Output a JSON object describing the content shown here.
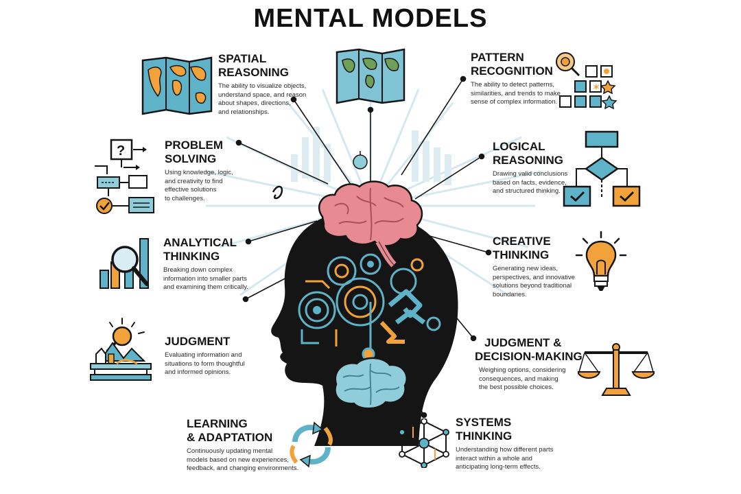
{
  "title": "MENTAL MODELS",
  "colors": {
    "ink": "#151515",
    "teal": "#5fb3c8",
    "orange": "#f2a23a",
    "pink": "#e88a92",
    "green": "#6fa05a"
  },
  "sections": {
    "spatial": {
      "heading": [
        "SPATIAL",
        "REASONING"
      ],
      "desc": [
        "The ability to visualize objects,",
        "understand space, and reason",
        "about shapes, directions,",
        "and relationships."
      ],
      "icon": "world-map-icon"
    },
    "pattern": {
      "heading": [
        "PATTERN",
        "RECOGNITION"
      ],
      "desc": [
        "The ability to detect patterns,",
        "similarities, and trends to make",
        "sense of complex information."
      ],
      "icon": "pattern-grid-icon"
    },
    "problem": {
      "heading": [
        "PROBLEM",
        "SOLVING"
      ],
      "desc": [
        "Using knowledge, logic,",
        "and creativity to find",
        "effective solutions",
        "to challenges."
      ],
      "icon": "flowchart-question-icon"
    },
    "logical": {
      "heading": [
        "LOGICAL",
        "REASONING"
      ],
      "desc": [
        "Drawing valid conclusions",
        "based on facts, evidence,",
        "and structured thinking."
      ],
      "icon": "decision-flowchart-icon"
    },
    "analytical": {
      "heading": [
        "ANALYTICAL",
        "THINKING"
      ],
      "desc": [
        "Breaking down complex",
        "information into smaller parts",
        "and examining them critically."
      ],
      "icon": "magnifier-chart-icon"
    },
    "creative": {
      "heading": [
        "CREATIVE",
        "THINKING"
      ],
      "desc": [
        "Generating new ideas,",
        "perspectives, and innovative",
        "solutions beyond traditional",
        "boundaries."
      ],
      "icon": "lightbulb-icon"
    },
    "judgment": {
      "heading": [
        "JUDGMENT"
      ],
      "desc": [
        "Evaluating information and",
        "situations to form thoughtful",
        "and informed opinions."
      ],
      "icon": "sun-landscape-icon"
    },
    "decision": {
      "heading": [
        "JUDGMENT &",
        "DECISION-MAKING"
      ],
      "desc": [
        "Weighing options, considering",
        "consequences, and making",
        "the best possible choices."
      ],
      "icon": "balance-scale-icon"
    },
    "learning": {
      "heading": [
        "LEARNING",
        "& ADAPTATION"
      ],
      "desc": [
        "Continuously updating mental",
        "models based on new experiences,",
        "feedback, and changing environments."
      ],
      "icon": "cycle-arrows-icon"
    },
    "systems": {
      "heading": [
        "SYSTEMS",
        "THINKING"
      ],
      "desc": [
        "Understanding how different parts",
        "interact within a whole and",
        "anticipating long-term effects."
      ],
      "icon": "network-hexagon-icon"
    }
  }
}
